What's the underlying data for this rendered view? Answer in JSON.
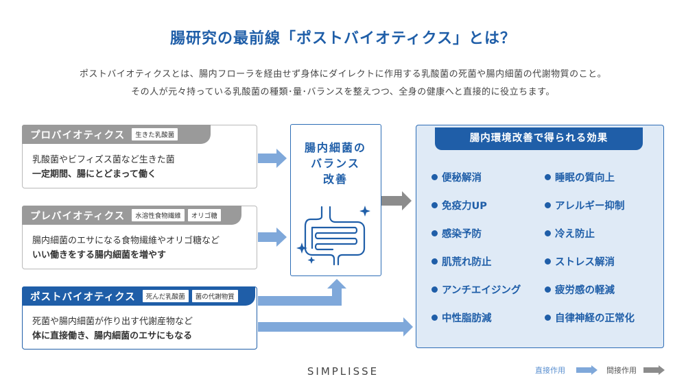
{
  "title": "腸研究の最前線「ポストバイオティクス」とは？",
  "intro": {
    "line1": "ポストバイオティクスとは、腸内フローラを経由せず身体にダイレクトに作用する乳酸菌の死菌や腸内細菌の代謝物質のこと。",
    "line2": "その人が元々持っている乳酸菌の種類･量･バランスを整えつつ、全身の健康へと直接的に役立ちます。"
  },
  "cards": {
    "probiotics": {
      "name": "プロバイオティクス",
      "tags": [
        "生きた乳酸菌"
      ],
      "line1": "乳酸菌やビフィズス菌など生きた菌",
      "line2": "一定期間、腸にとどまって働く"
    },
    "prebiotics": {
      "name": "プレバイオティクス",
      "tags": [
        "水溶性食物繊維",
        "オリゴ糖"
      ],
      "line1": "腸内細菌のエサになる食物繊維やオリゴ糖など",
      "line2": "いい働きをする腸内細菌を増やす"
    },
    "postbiotics": {
      "name": "ポストバイオティクス",
      "tags": [
        "死んだ乳酸菌",
        "菌の代謝物質"
      ],
      "line1": "死菌や腸内細菌が作り出す代謝産物など",
      "line2": "体に直接働き、腸内細菌のエサにもなる"
    }
  },
  "center": {
    "line1": "腸内細菌の",
    "line2": "バランス",
    "line3": "改善",
    "icon": "intestine-icon"
  },
  "results": {
    "title": "腸内環境改善で得られる効果",
    "left": [
      "便秘解消",
      "免疫力UP",
      "感染予防",
      "肌荒れ防止",
      "アンチエイジング",
      "中性脂肪減"
    ],
    "right": [
      "睡眠の質向上",
      "アレルギー抑制",
      "冷え防止",
      "ストレス解消",
      "疲労感の軽減",
      "自律神経の正常化"
    ]
  },
  "brand": "SIMPLISSE",
  "legend": {
    "direct": "直接作用",
    "indirect": "間接作用"
  },
  "colors": {
    "accent": "#1f5ea8",
    "direct_arrow": "#7fa8da",
    "indirect_arrow": "#8c8c8c",
    "panel_bg": "#dfeaf6",
    "gray_header": "#9a9a9a"
  }
}
